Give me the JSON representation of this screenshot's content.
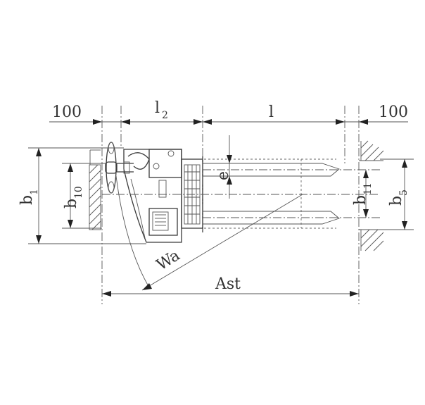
{
  "dimensions": {
    "clearance_left": "100",
    "l2_main": "l",
    "l2_sub": "2",
    "l": "l",
    "clearance_right": "100",
    "b1_main": "b",
    "b1_sub": "1",
    "b10_main": "b",
    "b10_sub": "10",
    "e": "e",
    "b11_main": "b",
    "b11_sub": "11",
    "b5_main": "b",
    "b5_sub": "5",
    "wa": "Wa",
    "ast": "Ast"
  }
}
